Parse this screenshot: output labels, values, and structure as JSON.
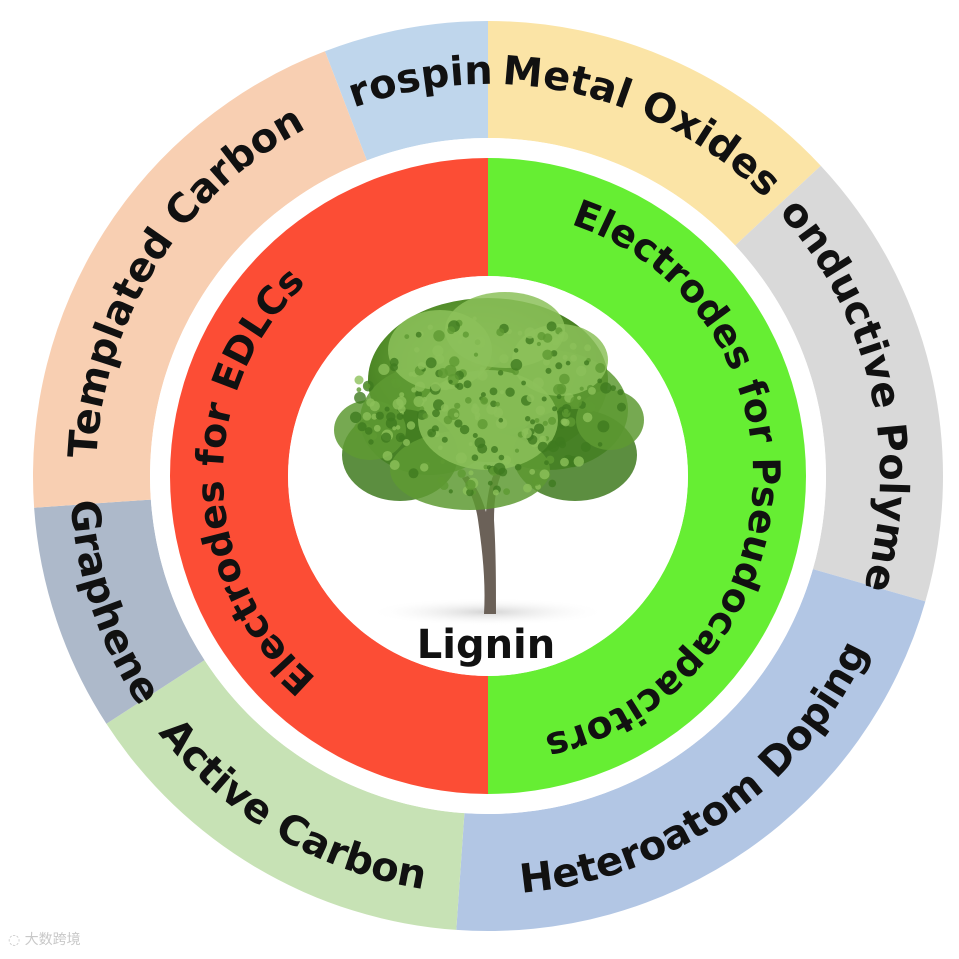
{
  "center": {
    "label": "Lignin",
    "icon": "tree-icon",
    "colors": {
      "canopy_dark": "#3f7a1f",
      "canopy_mid": "#5e9a32",
      "canopy_light": "#8cc15a",
      "trunk": "#6b6158"
    }
  },
  "inner_ring": [
    {
      "id": "edlc",
      "label": "Electrodes for EDLCs",
      "color": "#fc4d35"
    },
    {
      "id": "pseudo",
      "label": "Electrodes for Pseudocapacitors",
      "color": "#66ee33"
    }
  ],
  "outer_ring": [
    {
      "id": "electrospinning",
      "label": "Electrospinning",
      "color": "#bfd6ec"
    },
    {
      "id": "metal-oxides",
      "label": "Metal Oxides",
      "color": "#fbe4a6"
    },
    {
      "id": "conductive-polymer",
      "label": "Conductive Polymer",
      "color": "#d9d9d9"
    },
    {
      "id": "heteroatom-doping",
      "label": "Heteroatom Doping",
      "color": "#b2c6e4"
    },
    {
      "id": "active-carbon",
      "label": "Active Carbon",
      "color": "#c7e2b5"
    },
    {
      "id": "graphene",
      "label": "Graphene",
      "color": "#adb9ca"
    },
    {
      "id": "templated-carbon",
      "label": "Templated Carbon",
      "color": "#f8cfb2"
    }
  ],
  "watermark": {
    "text": "大数跨境",
    "icon": "watermark-logo-icon"
  }
}
